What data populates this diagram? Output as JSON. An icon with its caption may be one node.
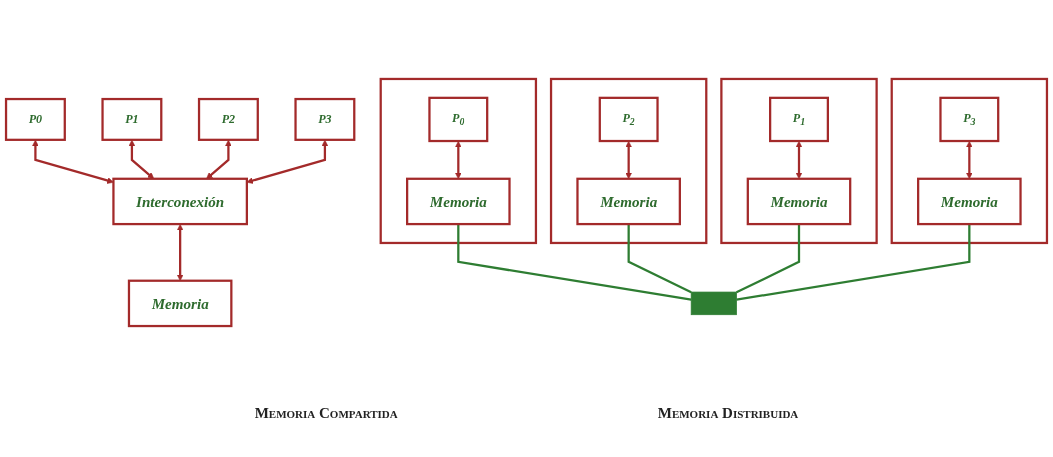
{
  "diagram": {
    "nodes": [
      {
        "text": [
          "P0"
        ]
      },
      {
        "text": [
          "P1"
        ]
      },
      {
        "text": [
          "P2"
        ]
      },
      {
        "text": [
          "P3"
        ]
      },
      {
        "text": [
          "Interconexión"
        ]
      },
      {
        "text": [
          "Memoria"
        ]
      },
      {
        "text": [],
        "shape": "box"
      },
      {
        "text": [
          "P$_{0}$"
        ],
        "in": 6
      },
      {
        "text": [
          "Memoria"
        ],
        "in": 6
      },
      {
        "text": [],
        "shape": "box"
      },
      {
        "text": [
          "P$_{2}$"
        ],
        "in": 9
      },
      {
        "text": [
          "Memoria"
        ],
        "in": 9
      },
      {
        "text": [],
        "shape": "box"
      },
      {
        "text": [
          "P$_{1}$"
        ],
        "in": 12
      },
      {
        "text": [
          "Memoria"
        ],
        "in": 12
      },
      {
        "text": [],
        "shape": "box"
      },
      {
        "text": [
          "P$_{3}$"
        ],
        "in": 15
      },
      {
        "text": [
          "Memoria"
        ],
        "in": 15
      },
      {
        "text": [],
        "shape": "bar"
      }
    ],
    "edges": [
      {
        "from": 0,
        "to": 4,
        "arrow": "both"
      },
      {
        "from": 1,
        "to": 4,
        "arrow": "both"
      },
      {
        "from": 2,
        "to": 4,
        "arrow": "both"
      },
      {
        "from": 3,
        "to": 4,
        "arrow": "both"
      },
      {
        "from": 4,
        "to": 5,
        "arrow": "both"
      },
      {
        "from": 7,
        "to": 8,
        "arrow": "both"
      },
      {
        "from": 10,
        "to": 11,
        "arrow": "both"
      },
      {
        "from": 13,
        "to": 14,
        "arrow": "both"
      },
      {
        "from": 16,
        "to": 17,
        "arrow": "both"
      },
      {
        "from": 8,
        "to": 18,
        "arrow": "none",
        "color": "#2e7d32"
      },
      {
        "from": 11,
        "to": 18,
        "arrow": "none",
        "color": "#2e7d32"
      },
      {
        "from": 14,
        "to": 18,
        "arrow": "none",
        "color": "#2e7d32"
      },
      {
        "from": 17,
        "to": 18,
        "arrow": "none",
        "color": "#2e7d32"
      }
    ],
    "labels": [
      "Memoria Compartida",
      "Memoria Distribuida"
    ]
  }
}
